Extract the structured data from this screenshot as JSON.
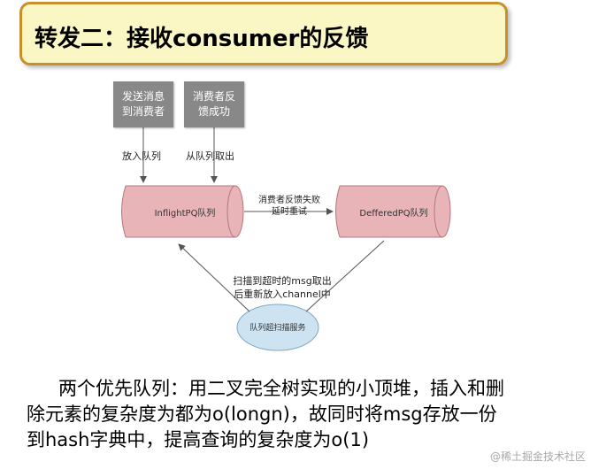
{
  "title": "转发二：接收consumer的反馈",
  "diagram": {
    "box_send": "发送消息\n到消费者",
    "box_feedback": "消费者反\n馈成功",
    "label_push": "放入队列",
    "label_pop": "从队列取出",
    "node_inflight": "InflightPQ队列",
    "node_deferred": "DefferedPQ队列",
    "label_retry": "消费者反馈失败\n延时重试",
    "label_scan": "扫描到超时的msg取出\n后重新放入channel中",
    "node_scanner": "队列超扫描服务"
  },
  "body": {
    "line1": "两个优先队列：用二叉完全树实现的小顶堆，插入和删",
    "line2": "除元素的复杂度为都为o(longn)，故同时将msg存放一份",
    "line3": "到hash字典中，提高查询的复杂度为o(1)"
  },
  "watermark": "@稀土掘金技术社区",
  "colors": {
    "title_bg": "#fbf7c5",
    "title_border": "#c98f2a",
    "queue_fill": "#e8b4b8",
    "queue_stroke": "#b5767c",
    "scanner_fill": "#cde3f1",
    "box_fill": "#888888"
  }
}
